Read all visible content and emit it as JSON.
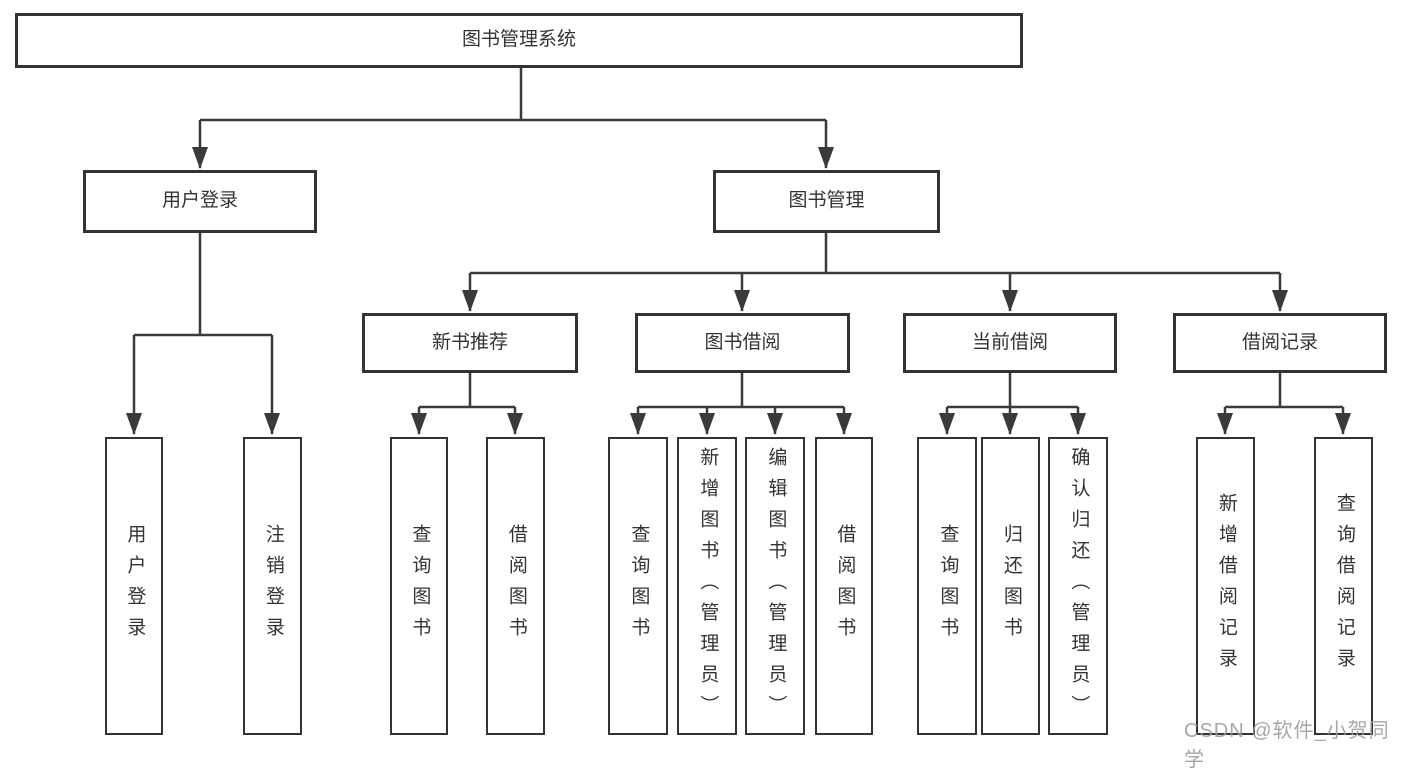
{
  "colors": {
    "line": "#3a3a3a",
    "box_border": "#333333",
    "box_fill": "#ffffff",
    "text": "#333333",
    "watermark_text": "#9e9e9e"
  },
  "watermark": {
    "label": "CSDN @软件_小贺同学"
  },
  "tree": {
    "label": "图书管理系统",
    "children": [
      {
        "label": "用户登录",
        "children": [
          {
            "label": "用户登录"
          },
          {
            "label": "注销登录"
          }
        ]
      },
      {
        "label": "图书管理",
        "children": [
          {
            "label": "新书推荐",
            "children": [
              {
                "label": "查询图书"
              },
              {
                "label": "借阅图书"
              }
            ]
          },
          {
            "label": "图书借阅",
            "children": [
              {
                "label": "查询图书"
              },
              {
                "label": "新增图书（管理员）"
              },
              {
                "label": "编辑图书（管理员）"
              },
              {
                "label": "借阅图书"
              }
            ]
          },
          {
            "label": "当前借阅",
            "children": [
              {
                "label": "查询图书"
              },
              {
                "label": "归还图书"
              },
              {
                "label": "确认归还（管理员）"
              }
            ]
          },
          {
            "label": "借阅记录",
            "children": [
              {
                "label": "新增借阅记录"
              },
              {
                "label": "查询借阅记录"
              }
            ]
          }
        ]
      }
    ]
  }
}
